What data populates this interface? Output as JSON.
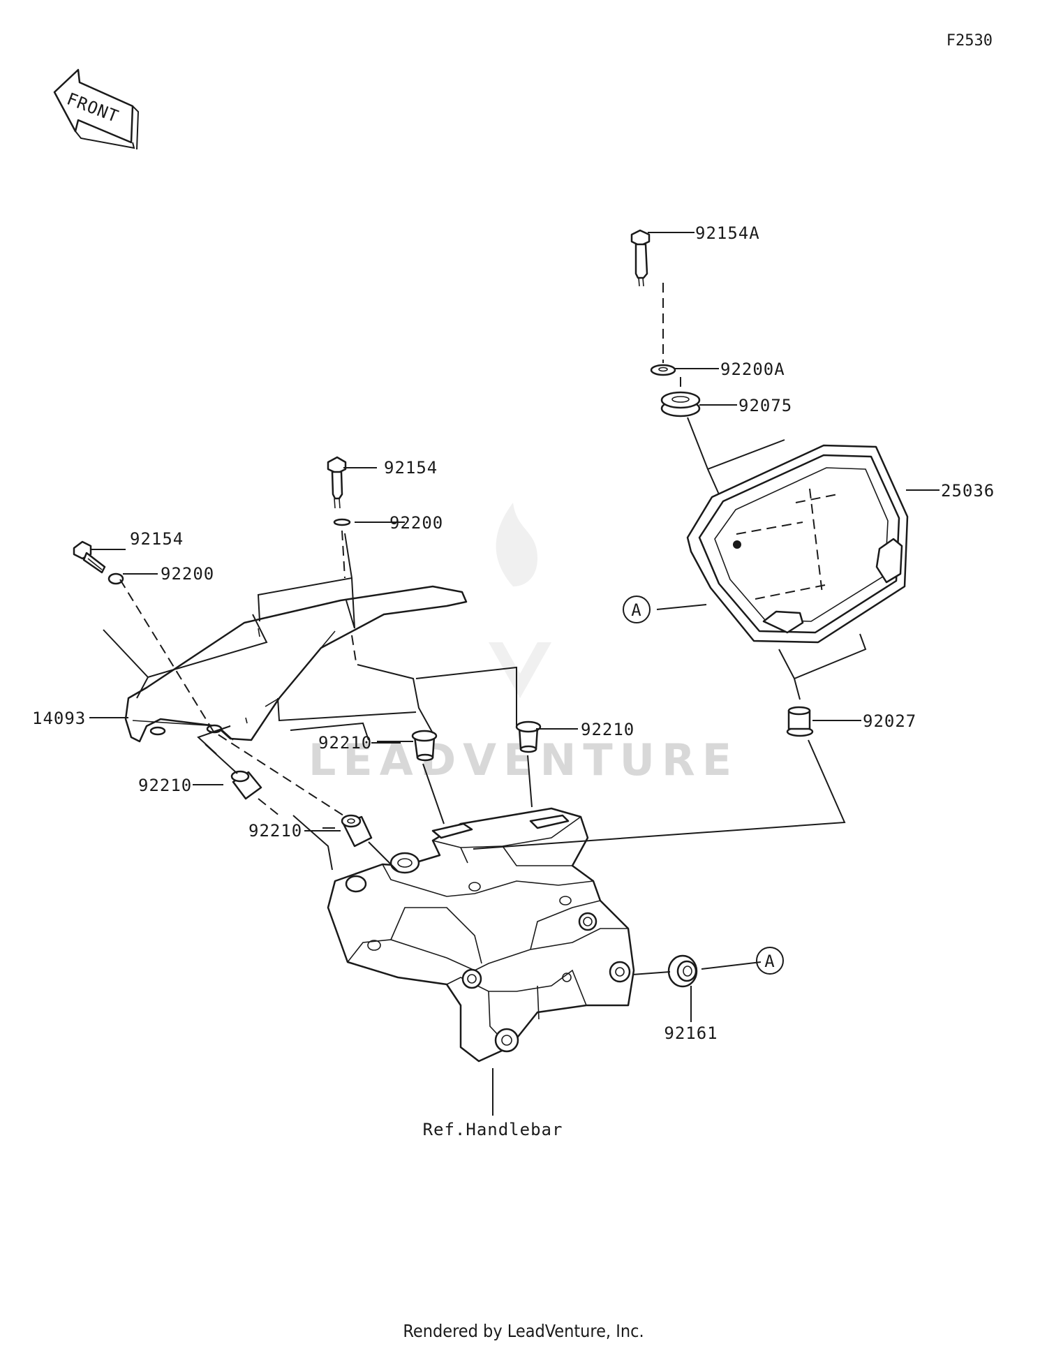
{
  "figure_code": "F2530",
  "front_arrow_text": "FRONT",
  "watermark": "LEADVENTURE",
  "footer": "Rendered by LeadVenture, Inc.",
  "callouts": [
    {
      "id": "92154A",
      "text": "92154A"
    },
    {
      "id": "92200A",
      "text": "92200A"
    },
    {
      "id": "92075",
      "text": "92075"
    },
    {
      "id": "25036",
      "text": "25036"
    },
    {
      "id": "A-meter",
      "text": "A"
    },
    {
      "id": "92027",
      "text": "92027"
    },
    {
      "id": "92154-center",
      "text": "92154"
    },
    {
      "id": "92200-center",
      "text": "92200"
    },
    {
      "id": "92154-left",
      "text": "92154"
    },
    {
      "id": "92200-left",
      "text": "92200"
    },
    {
      "id": "14093",
      "text": "14093"
    },
    {
      "id": "92210-center-left",
      "text": "92210"
    },
    {
      "id": "92210-center-right",
      "text": "92210"
    },
    {
      "id": "92210-left",
      "text": "92210"
    },
    {
      "id": "92210-lower",
      "text": "92210"
    },
    {
      "id": "92161",
      "text": "92161"
    },
    {
      "id": "A-bracket",
      "text": "A"
    },
    {
      "id": "ref-handlebar",
      "text": "Ref.Handlebar"
    }
  ]
}
